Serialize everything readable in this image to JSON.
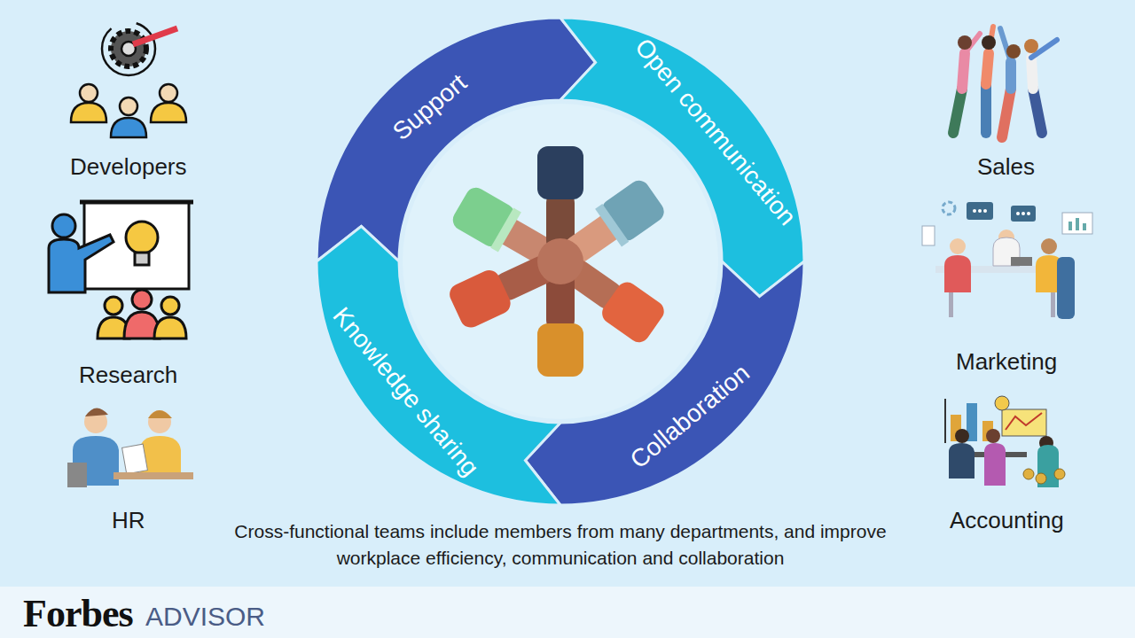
{
  "diagram": {
    "caption": "Cross-functional teams include members from many departments, and improve workplace efficiency, communication and collaboration",
    "nodes": [
      {
        "text": [
          "Support"
        ]
      },
      {
        "text": [
          "Open communication"
        ]
      },
      {
        "text": [
          "Collaboration"
        ]
      },
      {
        "text": [
          "Knowledge sharing"
        ]
      }
    ],
    "labels": [
      "Developers",
      "Research",
      "HR",
      "Sales",
      "Marketing",
      "Accounting",
      "Forbes",
      "ADVISOR"
    ]
  }
}
